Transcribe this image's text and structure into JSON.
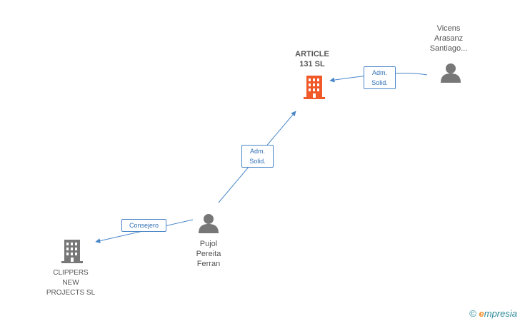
{
  "nodes": {
    "article": {
      "lines": [
        "ARTICLE",
        "131 SL"
      ],
      "type": "company",
      "color": "#f05a28"
    },
    "clippers": {
      "lines": [
        "CLIPPERS",
        "NEW",
        "PROJECTS SL"
      ],
      "type": "company",
      "color": "#777777"
    },
    "vicens": {
      "lines": [
        "Vicens",
        "Arasanz",
        "Santiago..."
      ],
      "type": "person",
      "color": "#777777"
    },
    "pujol": {
      "lines": [
        "Pujol",
        "Pereita",
        "Ferran"
      ],
      "type": "person",
      "color": "#777777"
    }
  },
  "edges": {
    "vicens_article": {
      "lines": [
        "Adm.",
        "Solid."
      ]
    },
    "pujol_article": {
      "lines": [
        "Adm.",
        "Solid."
      ]
    },
    "pujol_clippers": {
      "lines": [
        "Consejero"
      ]
    }
  },
  "edge_color": "#4a86c8",
  "watermark": {
    "copyright": "©",
    "brand_initial": "e",
    "brand_rest": "mpresia"
  }
}
